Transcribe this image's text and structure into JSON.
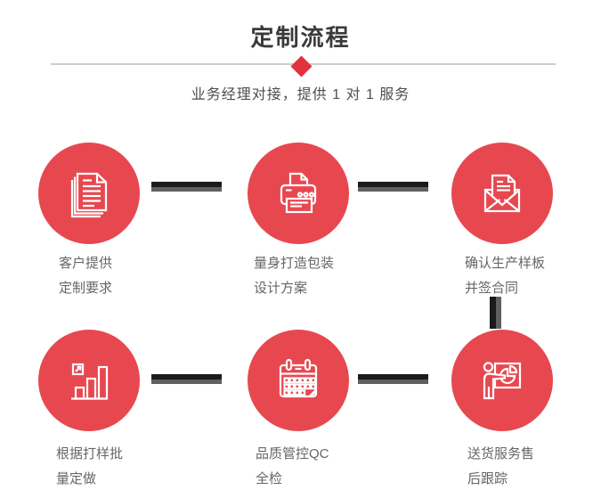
{
  "page": {
    "title": "定制流程",
    "subtitle": "业务经理对接，提供 1 对 1 服务"
  },
  "colors": {
    "accent_red": "#e74850",
    "diamond_red": "#e2323e",
    "connector_dark": "#1b1b1b",
    "connector_gray": "#5f5f5f",
    "title_text": "#3a3a3a",
    "subtitle_text": "#4d4d4d",
    "label_text": "#666666",
    "divider": "#cdcdcd"
  },
  "steps": [
    {
      "id": 1,
      "icon": "documents-icon",
      "label_lines": [
        "客户提供",
        "定制要求"
      ]
    },
    {
      "id": 2,
      "icon": "printer-icon",
      "label_lines": [
        "量身打造包装",
        "设计方案"
      ]
    },
    {
      "id": 3,
      "icon": "envelope-icon",
      "label_lines": [
        "确认生产样板",
        "并签合同"
      ]
    },
    {
      "id": 4,
      "icon": "bar-chart-icon",
      "label_lines": [
        "根据打样批",
        "量定做"
      ]
    },
    {
      "id": 5,
      "icon": "calendar-icon",
      "label_lines": [
        "品质管控QC",
        "全检"
      ]
    },
    {
      "id": 6,
      "icon": "presentation-icon",
      "label_lines": [
        "送货服务售",
        "后跟踪"
      ]
    }
  ]
}
